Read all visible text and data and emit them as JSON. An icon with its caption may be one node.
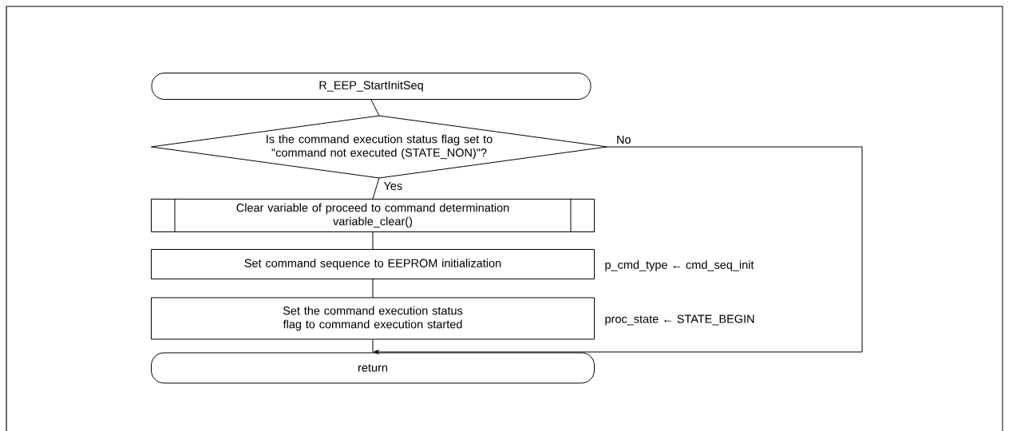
{
  "diagram": {
    "nodes": [
      {
        "text": [
          "R_EEP_StartInitSeq"
        ]
      },
      {
        "text": [
          "Is the command execution status flag set to \"command not executed (STATE_NON)\"?"
        ]
      },
      {
        "text": [
          "Clear variable of proceed to command determination",
          "variable_clear()"
        ]
      },
      {
        "text": [
          "Set command sequence to EEPROM initialization"
        ],
        "beside": [
          "p_cmd_type ← cmd_seq_init"
        ]
      },
      {
        "text": [
          "Set the command execution status flag to command execution started"
        ],
        "beside": [
          "proc_state ← STATE_BEGIN"
        ]
      },
      {
        "text": [
          "return"
        ]
      }
    ],
    "edges": [
      {
        "from": 0,
        "to": 1,
        "arrow": "none"
      },
      {
        "from": 1,
        "to": 2,
        "arrow": "none",
        "label": "Yes"
      },
      {
        "from": 2,
        "to": 3,
        "arrow": "none"
      },
      {
        "from": 3,
        "to": 4,
        "arrow": "none"
      },
      {
        "from": 4,
        "to": 5,
        "arrow": "none"
      },
      {
        "from": 1,
        "to": 5,
        "arrow": "to",
        "label": "No"
      }
    ]
  }
}
